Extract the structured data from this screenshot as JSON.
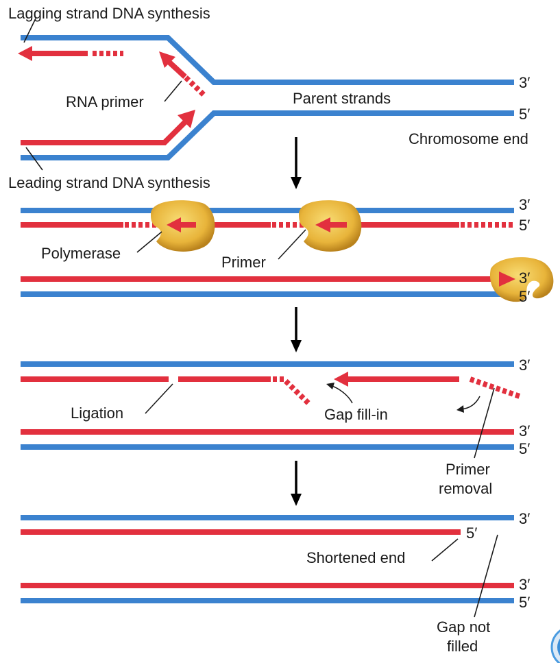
{
  "labels": {
    "lagging": "Lagging strand DNA synthesis",
    "leading": "Leading strand DNA synthesis",
    "rna_primer": "RNA primer",
    "parent_strands": "Parent strands",
    "chromosome_end": "Chromosome end",
    "polymerase": "Polymerase",
    "primer": "Primer",
    "ligation": "Ligation",
    "gap_fill_in": "Gap fill-in",
    "primer_removal_1": "Primer",
    "primer_removal_2": "removal",
    "shortened_end": "Shortened end",
    "gap_not_filled_1": "Gap not",
    "gap_not_filled_2": "filled"
  },
  "ends": {
    "three_prime": "3′",
    "five_prime": "5′"
  },
  "colors": {
    "parent_strand": "#3b82cf",
    "new_strand": "#e2303e",
    "polymerase": "#e8b43a"
  }
}
